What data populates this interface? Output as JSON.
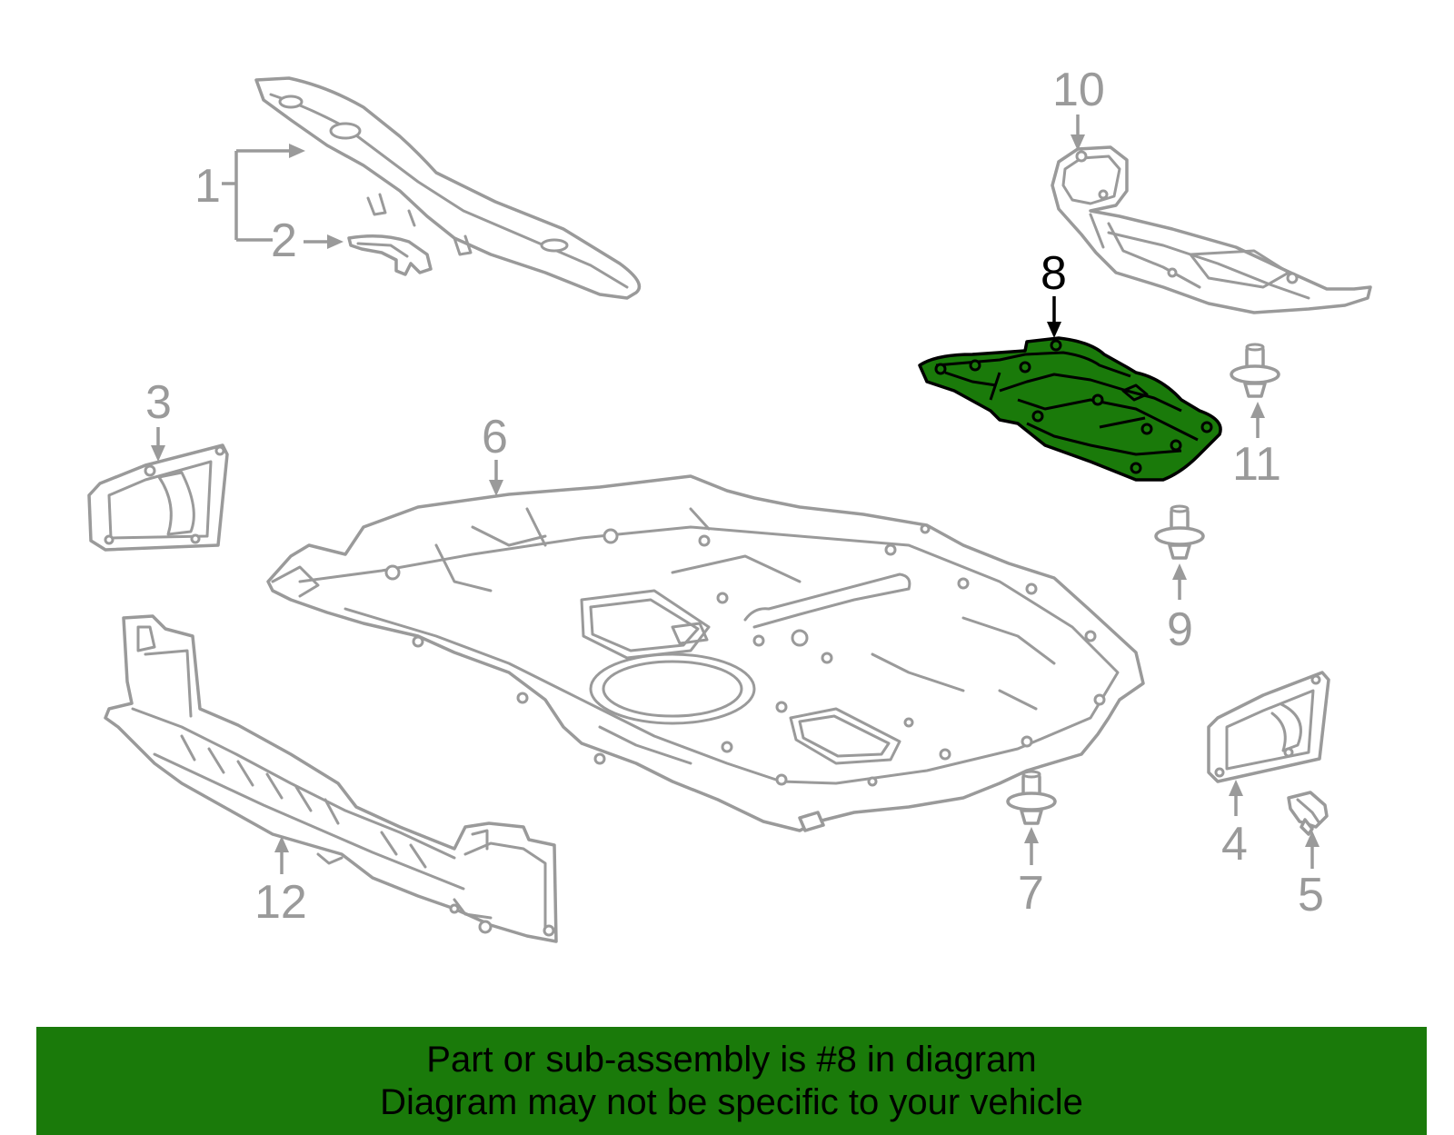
{
  "callouts": {
    "c1": "1",
    "c2": "2",
    "c3": "3",
    "c4": "4",
    "c5": "5",
    "c6": "6",
    "c7": "7",
    "c8": "8",
    "c9": "9",
    "c10": "10",
    "c11": "11",
    "c12": "12"
  },
  "highlight": {
    "callout": "8",
    "fill_color": "#1a7a0a",
    "outline_color": "#000000"
  },
  "line_art_color": "#9a9a9a",
  "banner": {
    "line1": "Part or sub-assembly is #8 in diagram",
    "line2": "Diagram may not be specific to your vehicle",
    "background_color": "#1a7a0a",
    "text_color": "#000000"
  }
}
